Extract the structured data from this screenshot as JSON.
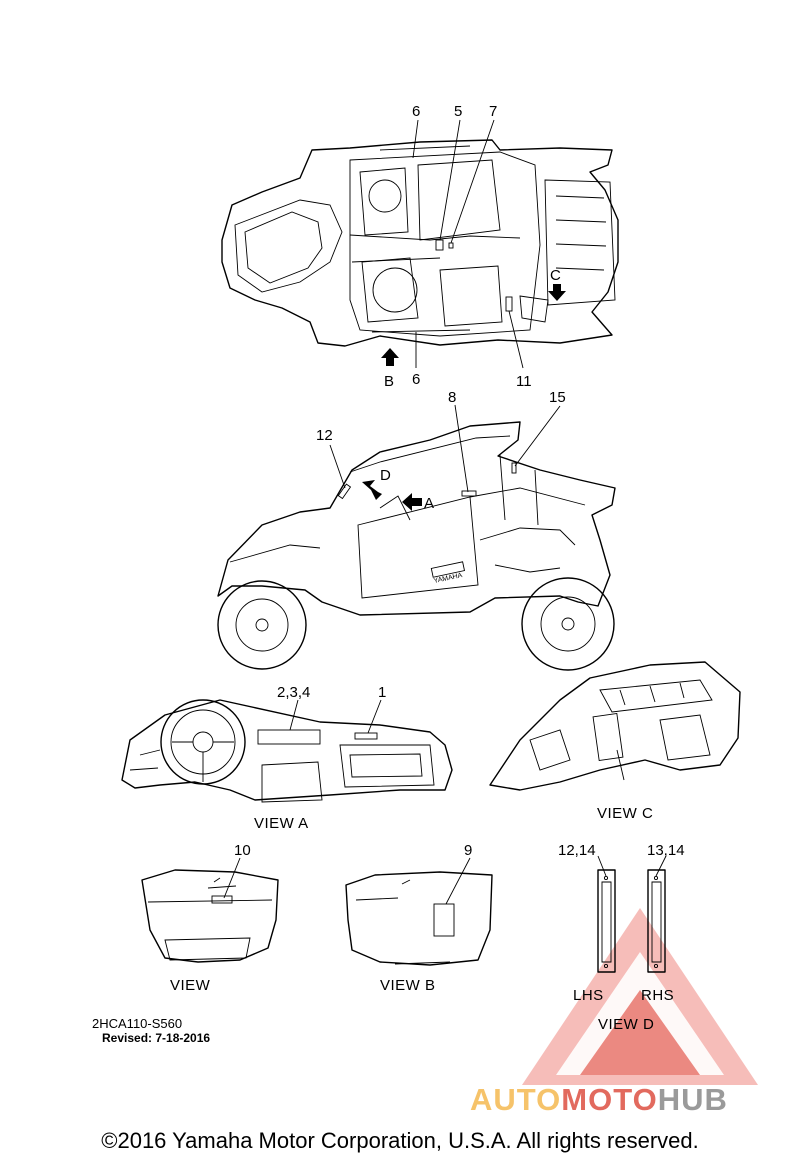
{
  "callouts": {
    "top_6a": "6",
    "top_5": "5",
    "top_7": "7",
    "top_c": "C",
    "top_b": "B",
    "top_6b": "6",
    "top_11": "11",
    "side_8": "8",
    "side_15": "15",
    "side_12": "12",
    "side_d": "D",
    "side_a": "A",
    "side_brand": "YAMAHA",
    "dash_234": "2,3,4",
    "dash_1": "1",
    "v_10": "10",
    "v_9": "9",
    "d_left": "12,14",
    "d_right": "13,14"
  },
  "views": {
    "a": "VIEW A",
    "c": "VIEW C",
    "plain": "VIEW",
    "b": "VIEW  B",
    "lhs": "LHS",
    "rhs": "RHS",
    "d": "VIEW D"
  },
  "footer": {
    "part_code": "2HCA110-S560",
    "revised": "Revised: 7-18-2016",
    "copyright": "©2016 Yamaha Motor Corporation, U.S.A. All rights reserved."
  },
  "watermark": {
    "part1": "AUTO",
    "part2": "MOTO",
    "part3": "HUB",
    "logo": "triangle-logo"
  }
}
